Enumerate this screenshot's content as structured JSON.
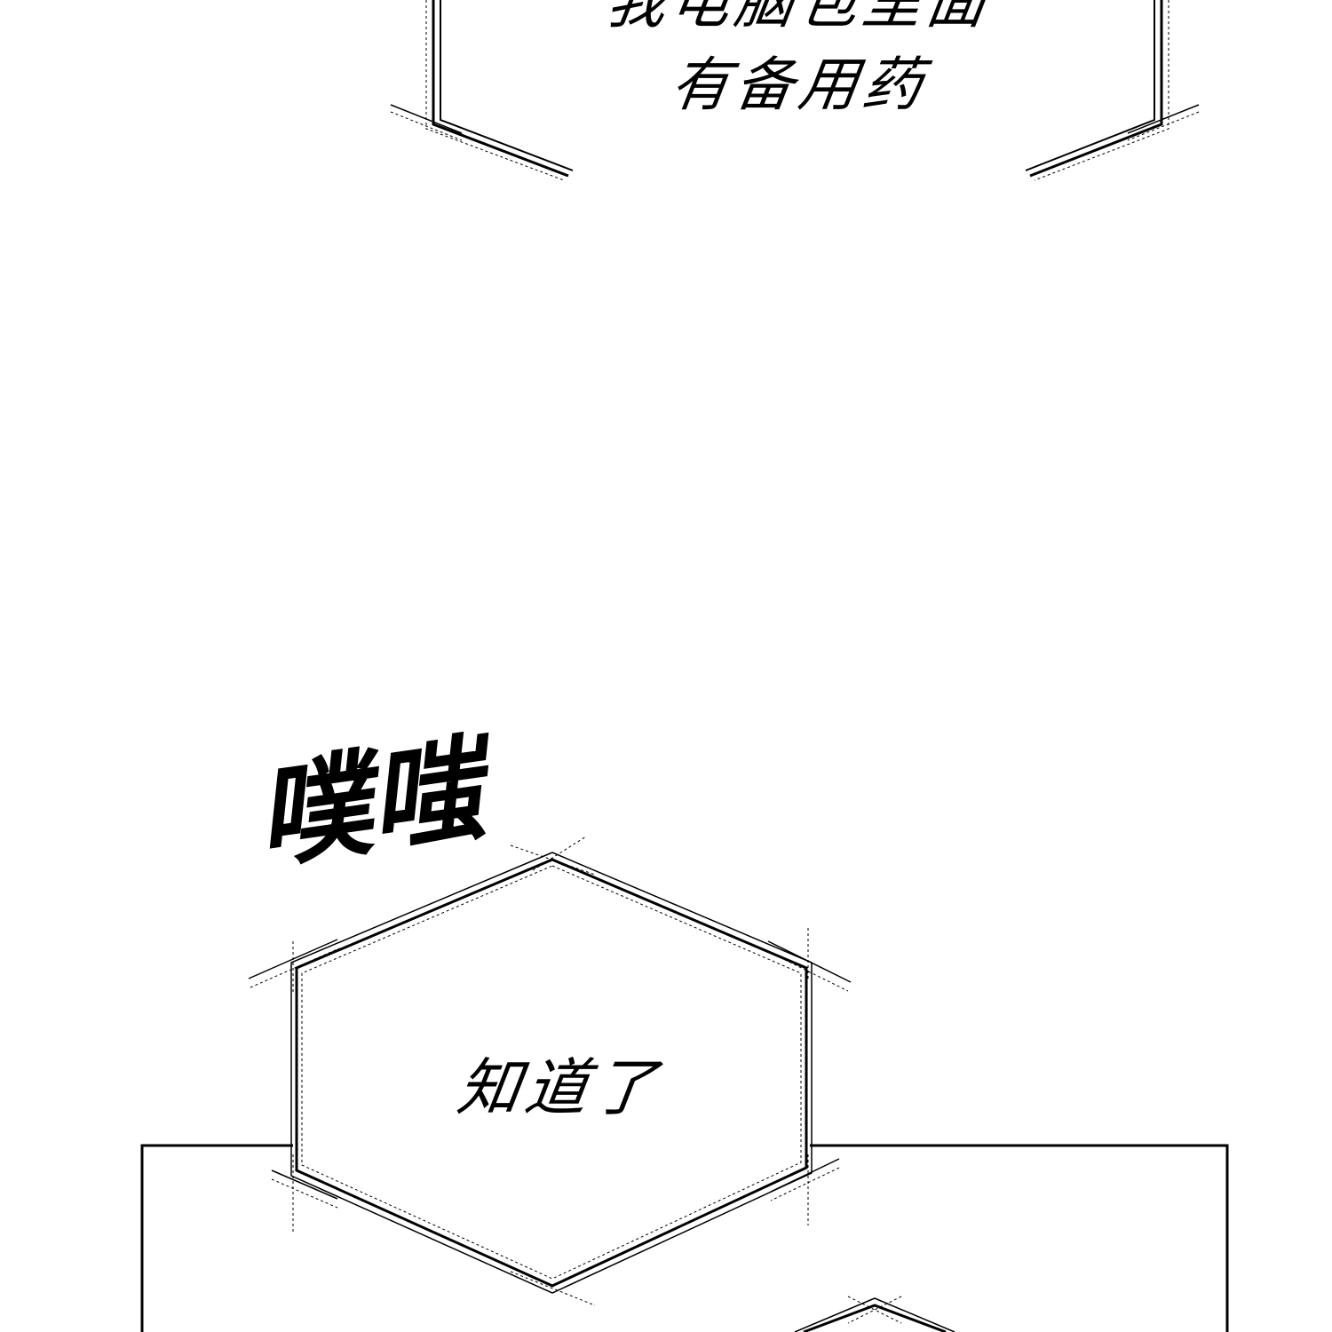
{
  "bubble_top": {
    "line_1": "我电脑包里面",
    "line_2": "有备用药"
  },
  "sfx": {
    "text": "噗嗤"
  },
  "bubble_middle": {
    "text": "知道了"
  }
}
